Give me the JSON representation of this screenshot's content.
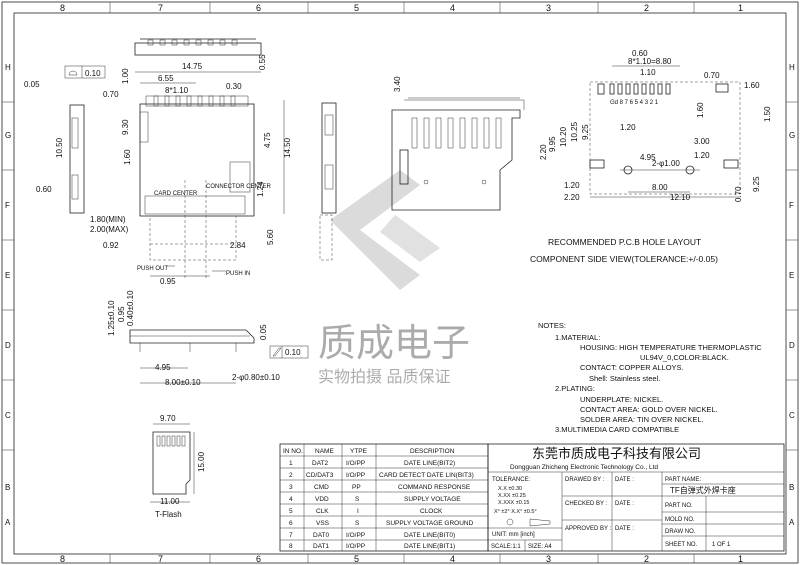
{
  "border": {
    "cols_top": [
      "8",
      "7",
      "6",
      "5",
      "4",
      "3",
      "2",
      "1"
    ],
    "cols_bottom": [
      "8",
      "7",
      "6",
      "5",
      "4",
      "3",
      "2",
      "1"
    ],
    "rows": [
      "H",
      "G",
      "F",
      "E",
      "D",
      "C",
      "B",
      "A"
    ]
  },
  "top_view": {
    "overall_width": "14.75",
    "flatness": "0.10",
    "pin_span": "6.55",
    "pitch_expr": "8*1.10",
    "offset_030": "0.30",
    "offset_070": "0.70",
    "offset_005": "0.05",
    "side_055": "0.55",
    "left_100": "1.00",
    "height_930": "9.30",
    "height_1050": "10.50",
    "dim_160": "1.60",
    "dim_475": "4.75",
    "height_1450": "14.50",
    "dim_060": "0.60",
    "dim_124": "1.24",
    "dim_180": "1.80(MIN)",
    "dim_200": "2.00(MAX)",
    "dim_092": "0.92",
    "dim_284": "2.84",
    "dim_560": "5.60",
    "dim_095": "0.95",
    "card_center": "CARD CENTER",
    "connector_center": "CONNECTOR CENTER",
    "push_out": "PUSH OUT",
    "push_in": "PUSH IN"
  },
  "side_view": {
    "dim_125": "1.25±0.10",
    "dim_095": "0.95",
    "dim_040": "0.40±0.10",
    "dim_005": "0.05",
    "flatness": "0.10",
    "dim_495": "4.95",
    "dim_800": "8.00±0.10",
    "hole": "2-φ0.80±0.10"
  },
  "iso_view": {
    "dim_340": "3.40"
  },
  "tflash": {
    "width_970": "9.70",
    "height_1500": "15.00",
    "width_1100": "11.00",
    "label": "T-Flash"
  },
  "pcb_layout": {
    "dim_060": "0.60",
    "pitch": "8*1.10=8.80",
    "dim_110": "1.10",
    "dim_070": "0.70",
    "dim_160a": "1.60",
    "pin_labels": "Gd 8 7 6 5 4 3 2 1",
    "dim_995": "9.95",
    "dim_1020": "10.20",
    "dim_1025": "10.25",
    "dim_925": "9.25",
    "dim_120a": "1.20",
    "dim_160b": "1.60",
    "dim_150": "1.50",
    "dim_220": "2.20",
    "dim_300": "3.00",
    "dim_120b": "1.20",
    "dim_495": "4.95",
    "dim_hole": "2-φ1.00",
    "dim_120c": "1.20",
    "dim_800": "8.00",
    "dim_220b": "2.20",
    "dim_1210": "12.10",
    "dim_070b": "0.70",
    "dim_925b": "9.25",
    "title1": "RECOMMENDED P.C.B HOLE LAYOUT",
    "title2": "COMPONENT SIDE VIEW(TOLERANCE:+/-0.05)"
  },
  "notes": {
    "heading": "NOTES:",
    "lines": [
      "1.MATERIAL:",
      "HOUSING: HIGH TEMPERATURE THERMOPLASTIC",
      "UL94V_0,COLOR:BLACK.",
      "CONTACT: COPPER ALLOYS.",
      "Shell: Stainless steel.",
      "2.PLATING:",
      "UNDERPLATE: NICKEL.",
      "CONTACT AREA: GOLD OVER NICKEL.",
      "SOLDER AREA: TIN OVER NICKEL.",
      "3.MULTIMEDIA CARD COMPATIBLE"
    ]
  },
  "watermark": {
    "title": "质成电子",
    "slogan": "实物拍摄 品质保证"
  },
  "pin_table": {
    "headers": [
      "IN NO.",
      "NAME",
      "YTPE",
      "DESCRIPTION"
    ],
    "rows": [
      [
        "1",
        "DAT2",
        "I/O/PP",
        "DATE LINE(BIT2)"
      ],
      [
        "2",
        "CD/DAT3",
        "I/O/PP",
        "CARD DETECT DATE LIN(BIT3)"
      ],
      [
        "3",
        "CMD",
        "PP",
        "COMMAND RESPONSE"
      ],
      [
        "4",
        "VDD",
        "S",
        "SUPPLY VOLTAGE"
      ],
      [
        "5",
        "CLK",
        "I",
        "CLOCK"
      ],
      [
        "6",
        "VSS",
        "S",
        "SUPPLY VOLTAGE GROUND"
      ],
      [
        "7",
        "DAT0",
        "I/O/PP",
        "DATE LINE(BIT0)"
      ],
      [
        "8",
        "DAT1",
        "I/O/PP",
        "DATE LINE(BIT1)"
      ]
    ]
  },
  "title_block": {
    "company_cn": "东莞市质成电子科技有限公司",
    "company_en": "Dongguan Zhicheng Electronic Technology Co., Ltd",
    "tolerance_label": "TOLERANCE:",
    "tol_x": "X.X  ±0.30",
    "tol_xx": "X.XX  ±0.25",
    "tol_xxx": "X.XXX ±0.15",
    "tol_ang": "X°  ±2°   X.X° ±0.5°",
    "unit": "UNIT:  mm  [inch]",
    "scale": "SCALE:1:1",
    "size": "SIZE: A4",
    "drawed_by": "DRAWED BY :",
    "checked_by": "CHECKED BY :",
    "approved_by": "APPROVED BY :",
    "date": "DATE :",
    "part_name_label": "PART NAME:",
    "part_name": "TF自弹式外焊卡座",
    "part_no": "PART NO.",
    "mold_no": "MOLD NO.",
    "draw_no": "DRAW NO.",
    "sheet_no": "SHEET NO.",
    "sheet_value": "1 OF 1"
  }
}
